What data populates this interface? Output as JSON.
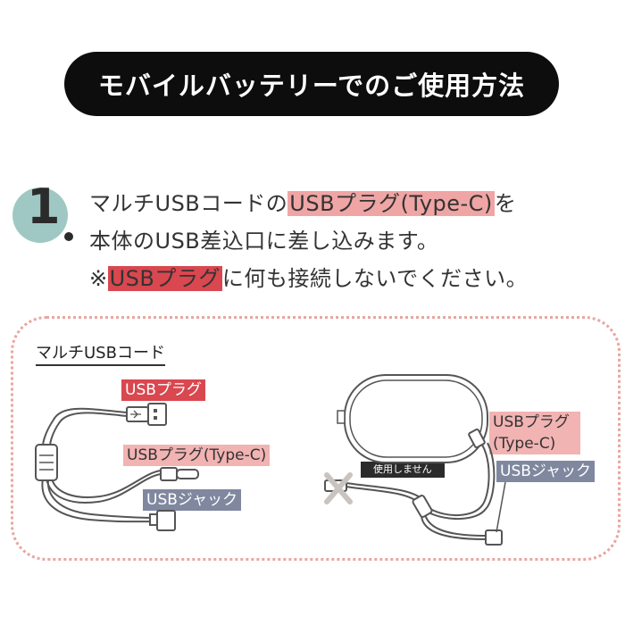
{
  "title": "モバイルバッテリーでのご使用方法",
  "step": {
    "number": "1",
    "line1_a": "マルチUSBコードの",
    "line1_hl": "USBプラグ(Type-C)",
    "line1_b": "を",
    "line2": "本体のUSB差込口に差し込みます。",
    "line3_a": "※",
    "line3_hl": "USBプラグ",
    "line3_b": "に何も接続しないでください。"
  },
  "diagram": {
    "cable_title": "マルチUSBコード",
    "left_labels": {
      "usb_plug": "USBプラグ",
      "usb_plug_typec": "USBプラグ(Type-C)",
      "usb_jack": "USBジャック"
    },
    "right_labels": {
      "usb_plug_line1": "USBプラグ",
      "usb_plug_line2": "(Type-C)",
      "usb_jack": "USBジャック",
      "not_used": "使用しません"
    }
  },
  "colors": {
    "title_bg": "#0d0d0d",
    "badge": "#9fc8c4",
    "highlight_pink": "#f0a5a5",
    "highlight_red": "#d9474f",
    "label_slate": "#7f889f",
    "dotted_border": "#e9a6a0"
  }
}
